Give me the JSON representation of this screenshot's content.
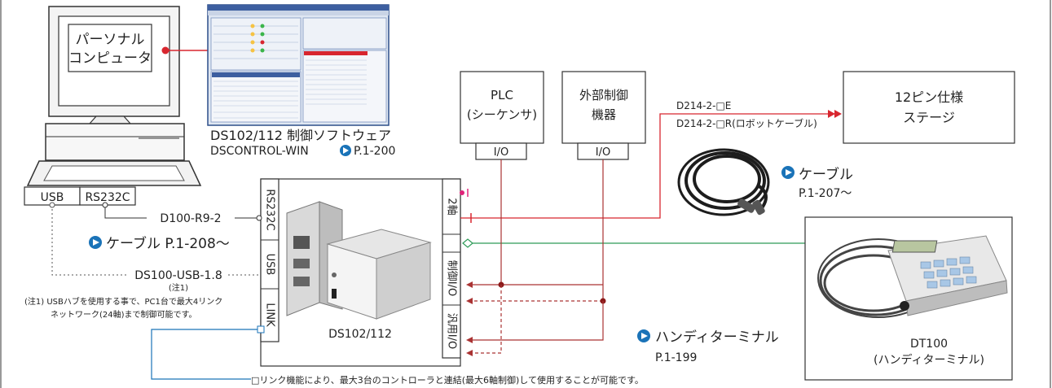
{
  "pc": {
    "label_line1": "パーソナル",
    "label_line2": "コンピュータ"
  },
  "ports": {
    "usb": "USB",
    "rs232c": "RS232C"
  },
  "software": {
    "title": "DS102/112 制御ソフトウェア",
    "name": "DSCONTROL-WIN",
    "page": "P.1-200"
  },
  "plc": {
    "line1": "PLC",
    "line2": "(シーケンサ)",
    "io": "I/O"
  },
  "external": {
    "line1": "外部制御",
    "line2": "機器",
    "io": "I/O"
  },
  "stage": {
    "line1": "12ピン仕様",
    "line2": "ステージ"
  },
  "stage_cables": {
    "e": "D214-2-□E",
    "r": "D214-2-□R(ロボットケーブル)"
  },
  "cable_ref_right": {
    "label": "ケーブル",
    "page": "P.1-207～"
  },
  "rs_cable": "D100-R9-2",
  "cable_ref_left": "ケーブル P.1-208～",
  "usb_cable": {
    "name": "DS100-USB-1.8",
    "note_mark": "(注1)"
  },
  "note": {
    "line1": "(注1) USBハブを使用する事で、PC1台で最大4リンク",
    "line2": "ネットワーク(24軸)まで制御可能です。"
  },
  "controller": {
    "name": "DS102/112",
    "left_ports": [
      "RS232C",
      "USB",
      "LINK"
    ],
    "right_ports": [
      "2軸",
      "",
      "制御I/O",
      "汎用I/O"
    ]
  },
  "handy": {
    "label": "ハンディターミナル",
    "page": "P.1-199"
  },
  "dt100": {
    "name": "DT100",
    "desc": "(ハンディターミナル)"
  },
  "link_note": "□リンク機能により、最大3台のコントローラと連結(最大6軸制御)して使用することが可能です。",
  "colors": {
    "red": "#d8262f",
    "green": "#2e9b58",
    "blue": "#1a73b8",
    "dark_red": "#8b1a1a",
    "magenta": "#e0237a"
  }
}
